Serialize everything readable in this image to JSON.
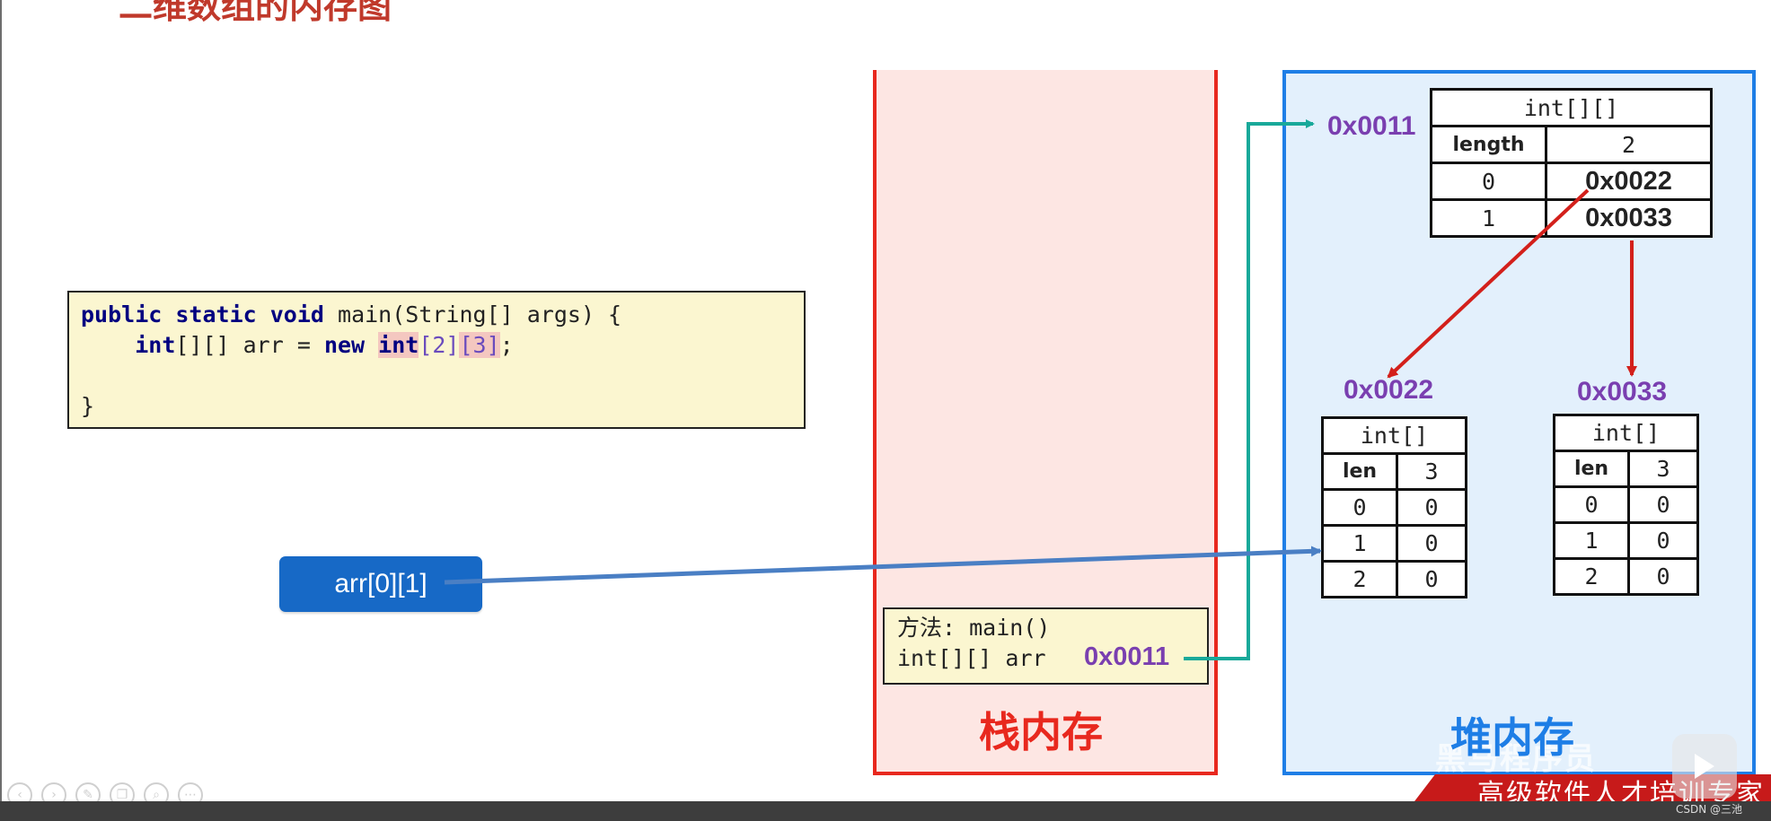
{
  "title": "二维数组的内存图",
  "code": {
    "line1_kw1": "public",
    "line1_kw2": "static",
    "line1_kw3": "void",
    "line1_rest": " main(String[] args) {",
    "line2_kw1": "int",
    "line2_mid": "[][] arr = ",
    "line2_kw2": "new",
    "line2_hl1": "int",
    "line2_dim1": "[2]",
    "line2_hl2": "[3]",
    "line2_end": ";",
    "line3": "}"
  },
  "arr_button": "arr[0][1]",
  "stack": {
    "label": "栈内存",
    "frame_line1": "方法: main()",
    "frame_line2": "int[][] arr",
    "frame_addr": "0x0011"
  },
  "heap": {
    "label": "堆内存",
    "watermark": "黑马程序员",
    "outer": {
      "addr": "0x0011",
      "type": "int[][]",
      "length_key": "length",
      "length_val": "2",
      "rows": [
        {
          "index": "0",
          "value": "0x0022"
        },
        {
          "index": "1",
          "value": "0x0033"
        }
      ]
    },
    "inner": [
      {
        "addr": "0x0022",
        "type": "int[]",
        "len_key": "len",
        "len_val": "3",
        "rows": [
          {
            "index": "0",
            "value": "0"
          },
          {
            "index": "1",
            "value": "0"
          },
          {
            "index": "2",
            "value": "0"
          }
        ]
      },
      {
        "addr": "0x0033",
        "type": "int[]",
        "len_key": "len",
        "len_val": "3",
        "rows": [
          {
            "index": "0",
            "value": "0"
          },
          {
            "index": "1",
            "value": "0"
          },
          {
            "index": "2",
            "value": "0"
          }
        ]
      }
    ]
  },
  "footer": {
    "banner": "高级软件人才培训专家",
    "credit": "CSDN @三池"
  },
  "colors": {
    "stack_border": "#e8281e",
    "heap_border": "#1e7ee6",
    "ref_teal": "#19a99a",
    "ref_red": "#d3201b",
    "arr_blue": "#1769c6"
  },
  "icons": [
    "prev-icon",
    "next-icon",
    "pen-icon",
    "copy-icon",
    "zoom-icon",
    "more-icon",
    "play-icon"
  ]
}
